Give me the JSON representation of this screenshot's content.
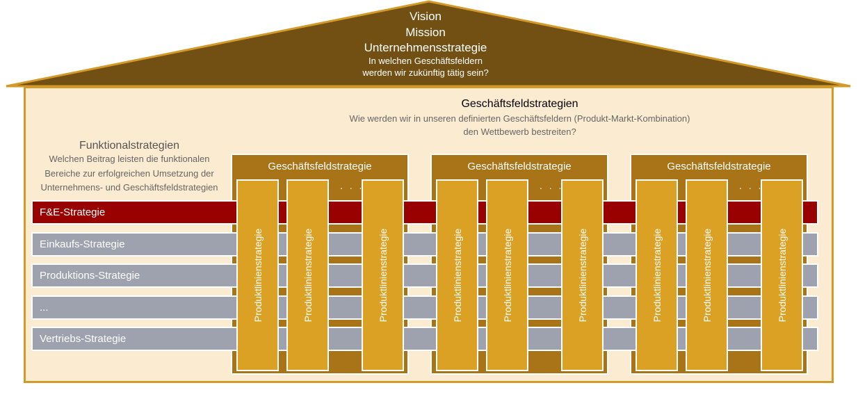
{
  "roof": {
    "vision": "Vision",
    "mission": "Mission",
    "strategy": "Unternehmensstrategie",
    "question_line1": "In welchen Geschäftsfeldern",
    "question_line2": "werden wir zukünftig tätig sein?"
  },
  "business_field": {
    "title": "Geschäftsfeldstrategien",
    "question_line1": "Wie werden wir in unseren definierten Geschäftsfeldern (Produkt-Markt-Kombination)",
    "question_line2": "den Wettbewerb bestreiten?"
  },
  "functional": {
    "title": "Funktionalstrategien",
    "question_line1": "Welchen Beitrag leisten die funktionalen",
    "question_line2": "Bereiche zur erfolgreichen Umsetzung der",
    "question_line3": "Unternehmens- und Geschäftsfeldstrategien"
  },
  "bars": [
    "F&E-Strategie",
    "Einkaufs-Strategie",
    "Produktions-Strategie",
    "...",
    "Vertriebs-Strategie"
  ],
  "blocks": [
    {
      "title": "Geschäftsfeldstrategie",
      "dots": ". . .",
      "columns": [
        "Produktlinienstrategie",
        "Produktlinienstrategie",
        "Produktlinienstrategie"
      ]
    },
    {
      "title": "Geschäftsfeldstrategie",
      "dots": ". . .",
      "columns": [
        "Produktlinienstrategie",
        "Produktlinienstrategie",
        "Produktlinienstrategie"
      ]
    },
    {
      "title": "Geschäftsfeldstrategie",
      "dots": ". . .",
      "columns": [
        "Produktlinienstrategie",
        "Produktlinienstrategie",
        "Produktlinienstrategie"
      ]
    }
  ],
  "colors": {
    "roof": "#725014",
    "roof_border": "#d39a2a",
    "house_fill": "#fbebd0",
    "rd_bar": "#990000",
    "grey_bar": "#9ea2ae",
    "block": "#a87417",
    "column": "#dba124"
  }
}
